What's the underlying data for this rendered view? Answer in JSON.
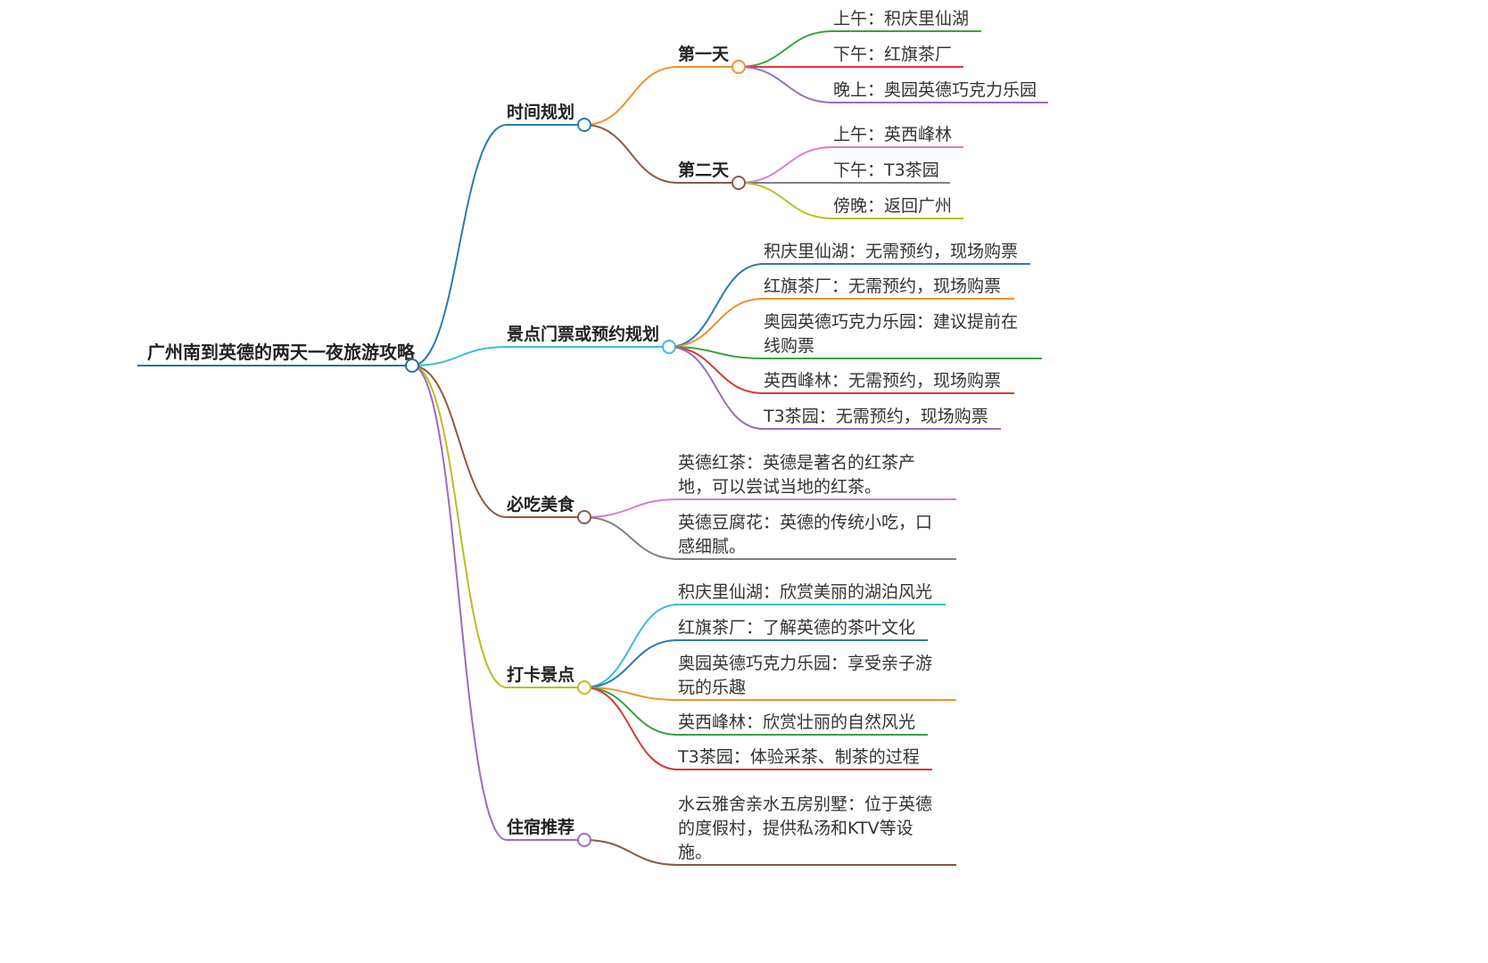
{
  "mindmap": {
    "root": {
      "label": "广州南到英德的两天一夜旅游攻略",
      "color": "#2b6f9e"
    },
    "branches": [
      {
        "label": "时间规划",
        "color": "#2b7bb0",
        "children": [
          {
            "label": "第一天",
            "color": "#f0922c",
            "children": [
              {
                "label": "上午：积庆里仙湖",
                "color": "#3aa33f"
              },
              {
                "label": "下午：红旗茶厂",
                "color": "#d63a37"
              },
              {
                "label": "晚上：奥园英德巧克力乐园",
                "color": "#9b6cc0"
              }
            ]
          },
          {
            "label": "第二天",
            "color": "#8b5a44",
            "children": [
              {
                "label": "上午：英西峰林",
                "color": "#e07cc8"
              },
              {
                "label": "下午：T3茶园",
                "color": "#808080"
              },
              {
                "label": "傍晚：返回广州",
                "color": "#b8be28"
              }
            ]
          }
        ]
      },
      {
        "label": "景点门票或预约规划",
        "color": "#3bbfd0",
        "children": [
          {
            "label": [
              "积庆里仙湖：无需预约，现场购票"
            ],
            "color": "#2b7bb0"
          },
          {
            "label": [
              "红旗茶厂：无需预约，现场购票"
            ],
            "color": "#f0922c"
          },
          {
            "label": [
              "奥园英德巧克力乐园：建议提前在",
              "线购票"
            ],
            "color": "#3aa33f"
          },
          {
            "label": [
              "英西峰林：无需预约，现场购票"
            ],
            "color": "#d63a37"
          },
          {
            "label": [
              "T3茶园：无需预约，现场购票"
            ],
            "color": "#9b6cc0"
          }
        ]
      },
      {
        "label": "必吃美食",
        "color": "#8b5a44",
        "children": [
          {
            "label": [
              "英德红茶：英德是著名的红茶产",
              "地，可以尝试当地的红茶。"
            ],
            "color": "#e07cc8"
          },
          {
            "label": [
              "英德豆腐花：英德的传统小吃，口",
              "感细腻。"
            ],
            "color": "#808080"
          }
        ]
      },
      {
        "label": "打卡景点",
        "color": "#b8be28",
        "children": [
          {
            "label": [
              "积庆里仙湖：欣赏美丽的湖泊风光"
            ],
            "color": "#3bbfd0"
          },
          {
            "label": [
              "红旗茶厂：了解英德的茶叶文化"
            ],
            "color": "#2b7bb0"
          },
          {
            "label": [
              "奥园英德巧克力乐园：享受亲子游",
              "玩的乐趣"
            ],
            "color": "#f0922c"
          },
          {
            "label": [
              "英西峰林：欣赏壮丽的自然风光"
            ],
            "color": "#3aa33f"
          },
          {
            "label": [
              "T3茶园：体验采茶、制茶的过程"
            ],
            "color": "#d63a37"
          }
        ]
      },
      {
        "label": "住宿推荐",
        "color": "#9b6cc0",
        "children": [
          {
            "label": [
              "水云雅舍亲水五房别墅：位于英德",
              "的度假村，提供私汤和KTV等设",
              "施。"
            ],
            "color": "#8b5a44"
          }
        ]
      }
    ]
  }
}
